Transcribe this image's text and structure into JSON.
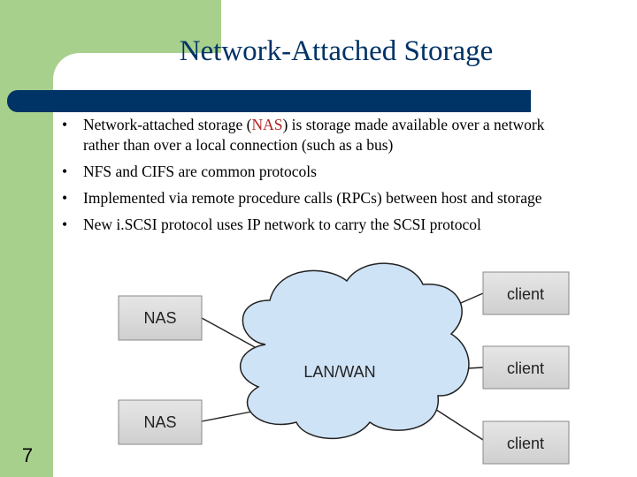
{
  "slide": {
    "title": "Network-Attached Storage",
    "page_number": "7"
  },
  "bullets": [
    {
      "before": "Network-attached storage (",
      "highlight": "NAS",
      "after": ") is storage made available over a network",
      "line2": "rather than over a local connection (such as a bus)"
    },
    {
      "text": "NFS and CIFS are common protocols"
    },
    {
      "text": "Implemented via remote procedure calls (RPCs) between host and storage"
    },
    {
      "text": "New i.SCSI protocol uses IP network to carry the SCSI protocol"
    }
  ],
  "diagram": {
    "cloud_label": "LAN/WAN",
    "nas_boxes": [
      "NAS",
      "NAS"
    ],
    "client_boxes": [
      "client",
      "client",
      "client"
    ]
  },
  "colors": {
    "navy": "#003366",
    "green": "#a8d08d",
    "highlight": "#b22222",
    "cloud_fill": "#cfe3f6",
    "box_fill": "#d9d9d9"
  }
}
